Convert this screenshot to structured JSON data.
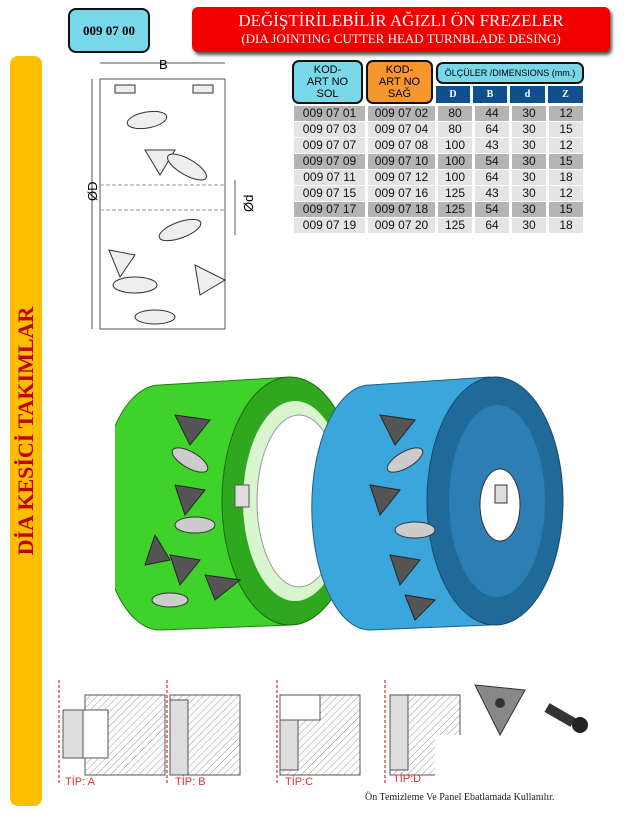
{
  "header": {
    "code": "009 07 00",
    "title": "DEĞİŞTİRİLEBİLİR  AĞIZLI  ÖN FREZELER",
    "subtitle": "(DIA JOINTING CUTTER HEAD TURNBLADE DESING)"
  },
  "sidebar": {
    "label": "DİA KESİCİ TAKIMLAR"
  },
  "drawing": {
    "label_b": "B",
    "label_D": "ØD",
    "label_d": "Ød"
  },
  "table": {
    "head_sol": "KOD-\nART NO\nSOL",
    "head_sag": "KOD-\nART NO\nSAĞ",
    "head_dims": "ÖLÇÜLER /DIMENSIONS (mm.)",
    "columns": [
      "D",
      "B",
      "d",
      "Z"
    ],
    "rows": [
      [
        "009 07 01",
        "009 07 02",
        "80",
        "44",
        "30",
        "12"
      ],
      [
        "009 07 03",
        "009 07 04",
        "80",
        "64",
        "30",
        "15"
      ],
      [
        "009 07 07",
        "009 07 08",
        "100",
        "43",
        "30",
        "12"
      ],
      [
        "009 07 09",
        "009 07 10",
        "100",
        "54",
        "30",
        "15"
      ],
      [
        "009 07 11",
        "009 07 12",
        "100",
        "64",
        "30",
        "18"
      ],
      [
        "009 07 15",
        "009 07 16",
        "125",
        "43",
        "30",
        "12"
      ],
      [
        "009 07 17",
        "009 07 18",
        "125",
        "54",
        "30",
        "15"
      ],
      [
        "009 07 19",
        "009 07 20",
        "125",
        "64",
        "30",
        "18"
      ]
    ]
  },
  "tips": [
    "TİP: A",
    "TİP: B",
    "TİP:C",
    "TİP:D"
  ],
  "footer": "Ön Temizleme Ve Panel Ebatlamada Kullanılır.",
  "colors": {
    "green": "#3fd22a",
    "blue": "#3aa6dc",
    "red": "#f20000",
    "yellow": "#fbbf00",
    "navy": "#104f8e"
  }
}
